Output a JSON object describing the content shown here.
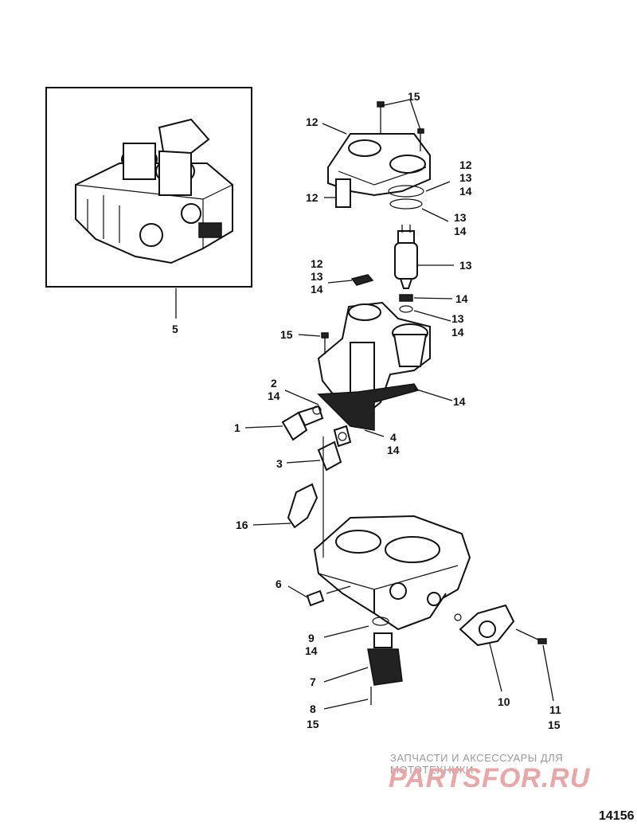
{
  "callouts": {
    "c1": "1",
    "c2": "2",
    "c3": "3",
    "c4": "4",
    "c5": "5",
    "c6": "6",
    "c7": "7",
    "c8": "8",
    "c9": "9",
    "c10": "10",
    "c11": "11",
    "c12": "12",
    "c13": "13",
    "c14": "14",
    "c15": "15",
    "c16": "16"
  },
  "watermark": {
    "caption": "ЗАПЧАСТИ И АКСЕССУАРЫ ДЛЯ МОТОТЕХНИКИ",
    "logo": "PARTSFOR.RU"
  },
  "figure_number": "14156"
}
